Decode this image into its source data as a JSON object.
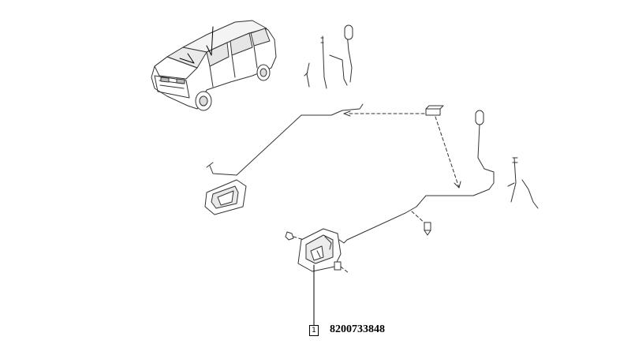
{
  "diagram": {
    "callout": {
      "index": "1",
      "part_number": "8200733848"
    },
    "parts": [
      "vehicle-overview",
      "front-lock-rod",
      "front-lock-button-rod",
      "interior-door-handle-front",
      "rear-lock-rod",
      "rear-lock-button-rod",
      "interior-door-handle-rear",
      "rod-clip",
      "fastening-screw",
      "rod-clip-small"
    ]
  }
}
